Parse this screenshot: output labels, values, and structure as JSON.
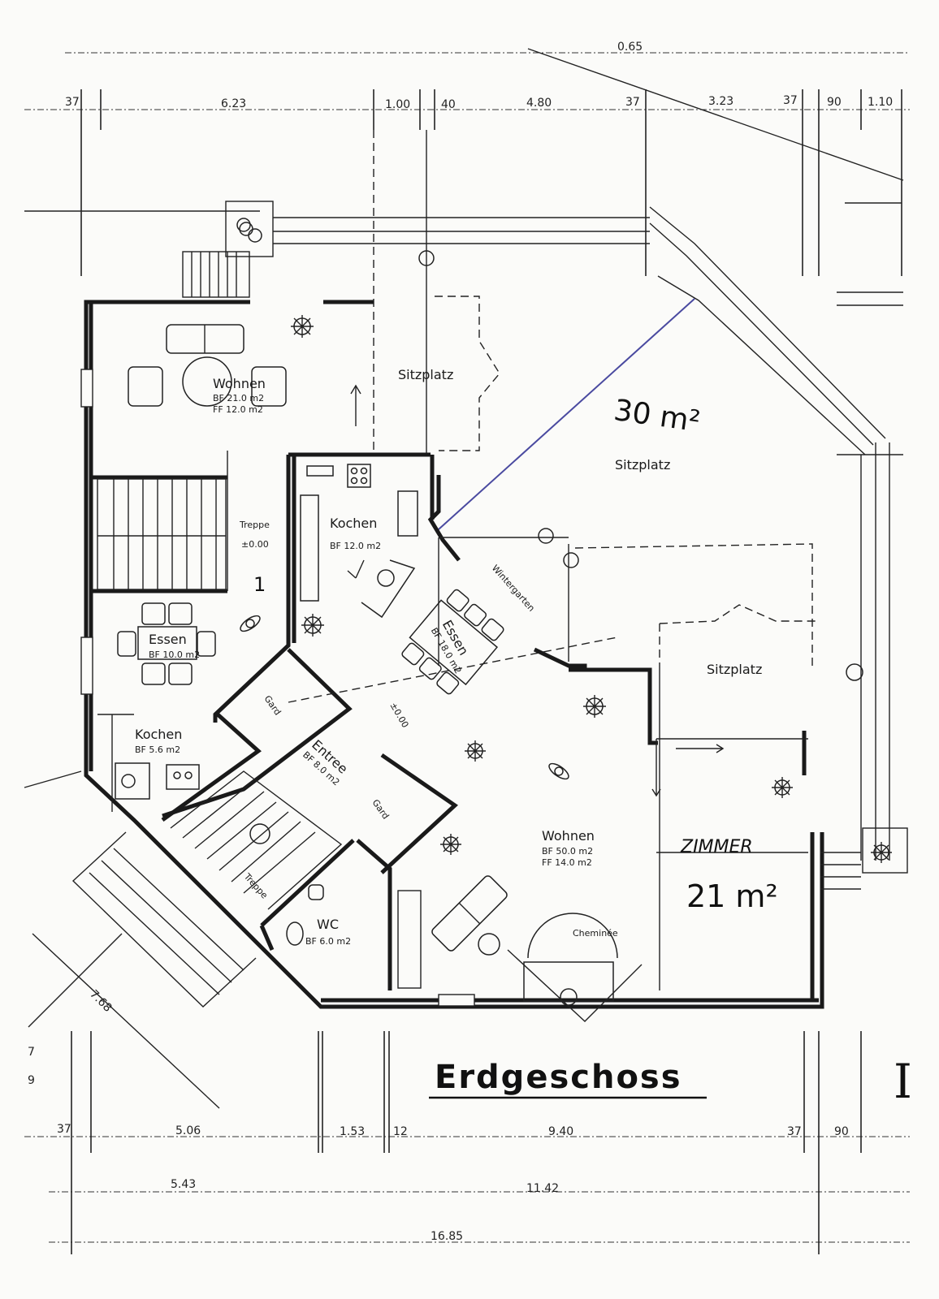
{
  "plan": {
    "title": "Erdgeschoss",
    "corner_mark": "I",
    "top_cut_dim": "0.65",
    "top_dims": [
      "37",
      "6.23",
      "1.00",
      "40",
      "4.80",
      "37",
      "3.23",
      "37",
      "90",
      "1.10"
    ],
    "bottom_dims_row1": [
      "37",
      "5.06",
      "1.53",
      "12",
      "9.40",
      "37",
      "90"
    ],
    "bottom_dims_row2": [
      "5.43",
      "11.42"
    ],
    "bottom_total": "16.85",
    "diag_dim": "7.68",
    "left_marks": [
      "7",
      "9"
    ]
  },
  "rooms": {
    "wohnen_small": {
      "name": "Wohnen",
      "bf": "BF 21.0 m2",
      "ff": "FF 12.0 m2"
    },
    "sitzplatz_top": "Sitzplatz",
    "handwritten_area": "30 m²",
    "sitzplatz_right": "Sitzplatz",
    "treppe_top": {
      "name": "Treppe",
      "level": "±0.00"
    },
    "kochen_main": {
      "name": "Kochen",
      "bf": "BF 12.0 m2"
    },
    "wintergarten": "Wintergarten",
    "essen_diag": {
      "name": "Essen",
      "bf": "BF 18.0 m2"
    },
    "essen_left": {
      "name": "Essen",
      "bf": "BF 10.0 m2"
    },
    "kochen_small": {
      "name": "Kochen",
      "bf": "BF 5.6 m2"
    },
    "garderobe_1": "Gard",
    "garderobe_2": "Gard",
    "entree": {
      "name": "Entree",
      "bf": "BF 8.0 m2"
    },
    "level_mid": "±0.00",
    "sitzplatz_small": "Sitzplatz",
    "wohnen_main": {
      "name": "Wohnen",
      "bf": "BF 50.0 m2",
      "ff": "FF 14.0 m2"
    },
    "zimmer": {
      "name": "ZIMMER",
      "area": "21 m²"
    },
    "treppe_lower": "Treppe",
    "wc": {
      "name": "WC",
      "bf": "BF 6.0 m2"
    },
    "cheminee": "Cheminée",
    "stair_mark": "1"
  }
}
